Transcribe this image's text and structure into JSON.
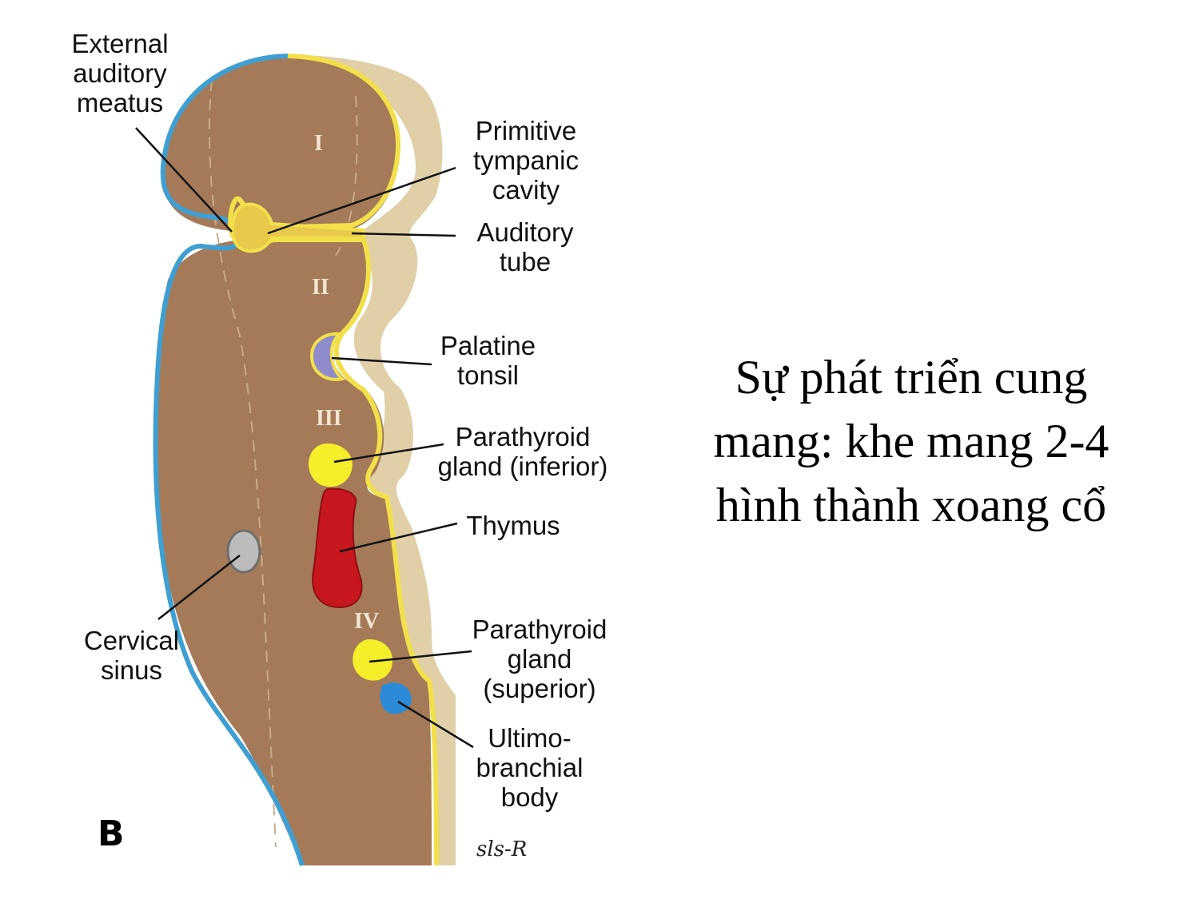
{
  "slide": {
    "title": "Sự phát triển cung mang: khe mang 2-4 hình thành xoang cổ"
  },
  "diagram": {
    "panel_letter": "B",
    "signature": "sls-R",
    "arch_numerals": [
      "I",
      "II",
      "III",
      "IV"
    ],
    "labels": {
      "external_auditory_meatus": "External\nauditory\nmeatus",
      "primitive_tympanic_cavity": "Primitive\ntympanic\ncavity",
      "auditory_tube": "Auditory\ntube",
      "palatine_tonsil": "Palatine\ntonsil",
      "parathyroid_inferior": "Parathyroid\ngland (inferior)",
      "thymus": "Thymus",
      "parathyroid_superior": "Parathyroid\ngland\n(superior)",
      "ultimobranchial_body": "Ultimo-\nbranchial\nbody",
      "cervical_sinus": "Cervical\nsinus"
    }
  },
  "colors": {
    "mesoderm": "#a47a58",
    "endoderm_edge": "#e1cfa8",
    "endoderm_line": "#f2e04a",
    "ectoderm": "#3f9fd2",
    "palatine_tonsil": "#8f8ccc",
    "parathyroid": "#f5ee2a",
    "thymus": "#c8161e",
    "ultimobranchial": "#2b8bd8",
    "cervical_sinus": "#bcbcbc"
  }
}
